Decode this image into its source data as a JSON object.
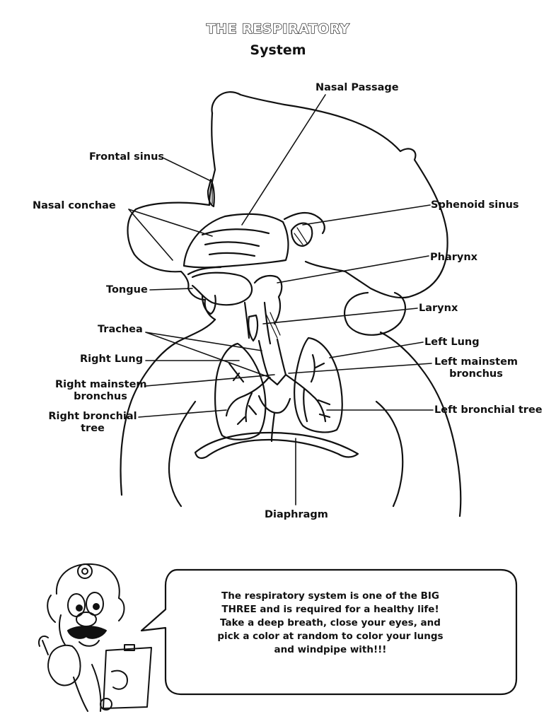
{
  "header": {
    "title_line1": "THE RESPIRATORY",
    "title_line2": "System"
  },
  "labels": {
    "nasal_passage": "Nasal Passage",
    "frontal_sinus": "Frontal sinus",
    "nasal_conchae": "Nasal conchae",
    "sphenoid_sinus": "Sphenoid sinus",
    "pharynx": "Pharynx",
    "tongue": "Tongue",
    "larynx": "Larynx",
    "trachea": "Trachea",
    "left_lung": "Left Lung",
    "right_lung": "Right Lung",
    "left_mainstem_line1": "Left mainstem",
    "left_mainstem_line2": "bronchus",
    "right_mainstem_line1": "Right mainstem",
    "right_mainstem_line2": "bronchus",
    "right_bronchial_line1": "Right bronchial",
    "right_bronchial_line2": "tree",
    "left_bronchial_tree": "Left bronchial tree",
    "diaphragm": "Diaphragm"
  },
  "speech_bubble": {
    "lines": [
      "The respiratory system is one of the BIG",
      "THREE and is required for a healthy life!",
      "Take a deep breath, close your eyes, and",
      "pick a color at random to color your lungs",
      "and windpipe with!!!"
    ]
  },
  "icons": {
    "character": "doctor-cartoon-icon"
  }
}
